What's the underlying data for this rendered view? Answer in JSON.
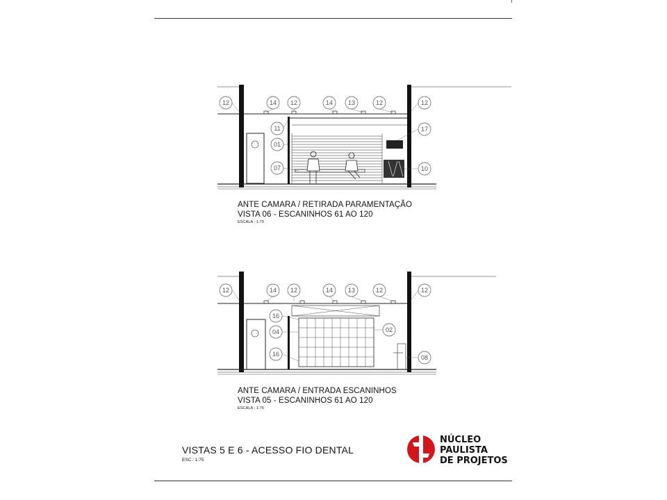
{
  "vista06": {
    "line1": "ANTE CAMARA / RETIRADA PARAMENTAÇÃO",
    "line2": "VISTA 06 - ESCANINHOS 61 AO 120",
    "scale": "ESCALA :  1:75",
    "tags_top": [
      "12",
      "14",
      "12",
      "14",
      "13",
      "12",
      "12"
    ],
    "tags_left": [
      "11",
      "01",
      "07"
    ],
    "tags_right": [
      "17",
      "10"
    ]
  },
  "vista05": {
    "line1": "ANTE CAMARA / ENTRADA ESCANINHOS",
    "line2": "VISTA 05 - ESCANINHOS 61 AO 120",
    "scale": "ESCALA :  1:75",
    "tags_top": [
      "12",
      "14",
      "12",
      "14",
      "13",
      "12",
      "12"
    ],
    "tags_left": [
      "16",
      "04",
      "16"
    ],
    "tags_right": [
      "02",
      "08"
    ]
  },
  "sheet": {
    "title": "VISTAS 5 E 6 - ACESSO FIO DENTAL",
    "scale": "ESC.: 1:75"
  },
  "logo": {
    "line1": "NÚCLEO",
    "line2": "PAULISTA",
    "line3": "DE PROJETOS",
    "color": "#d2161e"
  }
}
